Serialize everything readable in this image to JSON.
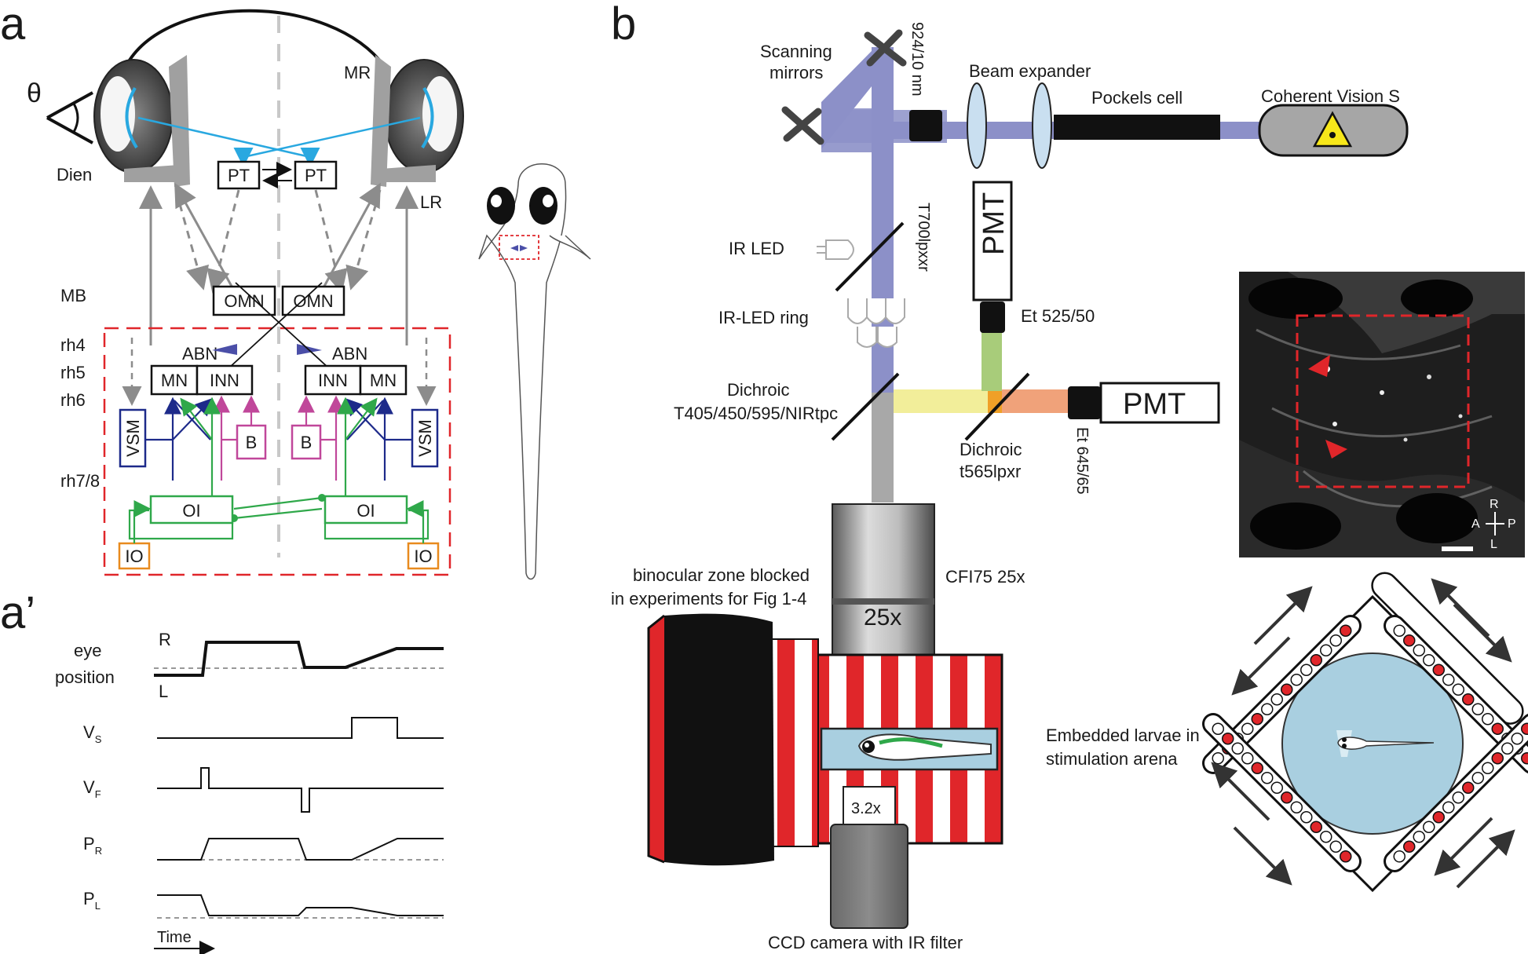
{
  "panels": {
    "a": "a",
    "a_prime": "a’",
    "b": "b"
  },
  "circuit": {
    "theta": "θ",
    "dien": "Dien",
    "mr": "MR",
    "lr": "LR",
    "pt": "PT",
    "mb": "MB",
    "omn": "OMN",
    "rh4": "rh4",
    "rh5": "rh5",
    "rh6": "rh6",
    "rh78": "rh7/8",
    "abn": "ABN",
    "mn": "MN",
    "inn": "INN",
    "vsm": "VSM",
    "b": "B",
    "oi": "OI",
    "io": "IO",
    "colors": {
      "red_dash": "#e0262a",
      "blue_light": "#29a8e0",
      "navy": "#1d2a8a",
      "green": "#2fa84a",
      "magenta": "#c0479a",
      "orange": "#e88a1e",
      "grey": "#8c8c8c",
      "purple": "#4b4fa8"
    }
  },
  "traces": {
    "eye": "eye",
    "position": "position",
    "r": "R",
    "l": "L",
    "v": "V",
    "p": "P",
    "sub_s": "S",
    "sub_f": "F",
    "sub_r": "R",
    "sub_l": "L",
    "time": "Time"
  },
  "setup": {
    "scanning": "Scanning",
    "mirrors": "mirrors",
    "filter_924": "924/10 nm",
    "beam_expander": "Beam expander",
    "pockels": "Pockels cell",
    "laser": "Coherent Vision S",
    "ir_led": "IR LED",
    "ir_led_ring": "IR-LED ring",
    "t700": "T700lpxxr",
    "pmt": "PMT",
    "et525": "Et 525/50",
    "dichroic": "Dichroic",
    "dichroic1_spec": "T405/450/595/NIRtpc",
    "dichroic2_spec": "t565lpxr",
    "et645": "Et 645/65",
    "binocular1": "binocular zone blocked",
    "binocular2": "in experiments for Fig 1-4",
    "objective_name": "CFI75 25x",
    "objective_mag": "25x",
    "embedded1": "Embedded larvae in",
    "embedded2": "stimulation arena",
    "lens32": "3.2x",
    "ccd": "CCD camera with IR filter",
    "colors": {
      "beam_blue": "#8c90c8",
      "beam_yellow": "#f2ee9a",
      "beam_green": "#a8cc7a",
      "beam_orange": "#f0a27a",
      "beam_grey": "#a8a8a8",
      "stripe_red": "#e0262a",
      "water": "#a9cfe0",
      "laser_body": "#a6a6a6",
      "warning": "#f7e71a"
    }
  },
  "micrograph": {
    "r": "R",
    "a": "A",
    "p": "P",
    "l": "L",
    "marker_color": "#e0262a"
  }
}
